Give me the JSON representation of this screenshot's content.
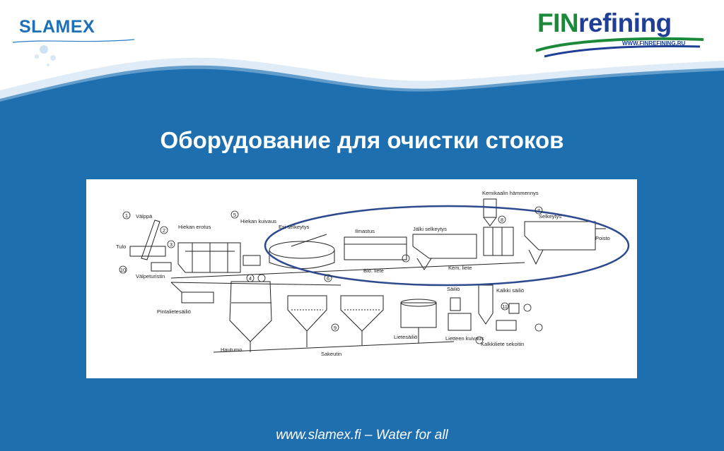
{
  "header": {
    "left_logo": "SLAMEX",
    "right_logo_a": "FIN",
    "right_logo_b": "refining",
    "right_logo_url": "WWW.FINREFINING.RU"
  },
  "title": "Оборудование для очистки стоков",
  "diagram": {
    "labels": {
      "valppa": "Välppä",
      "tulo": "Tulo",
      "valpeturistin": "Välpeturistin",
      "hiekan_erotus": "Hiekan erotus",
      "hiekan_kuivaus": "Hiekan kuivaus",
      "esi_selkeytys": "Esi selkeytys",
      "ilmastus": "Ilmastus",
      "jalki_selkeytys": "Jälki selkeytys",
      "kemikaalin": "Kemikaalin hämmennys",
      "selkeytys": "Selkeytys",
      "poisto": "Poisto",
      "bio_liete": "Bio. liete",
      "kem_liete": "Kem. liete",
      "pintalietesailio": "Pintalietesäiliö",
      "hautumo": "Hautumo",
      "sakeutin": "Sakeutin",
      "lietesailio": "Lietesäiliö",
      "lietteen_kuivaus": "Lietteen kuivaus",
      "kalkki_sailio": "Kalkki säiliö",
      "sailio": "Säiliö",
      "kalkkiliete": "Kalkkiliete sekoitin"
    },
    "numbers": [
      "1",
      "2",
      "3",
      "4",
      "5",
      "6",
      "7",
      "8",
      "9",
      "10",
      "11"
    ]
  },
  "footer": "www.slamex.fi – Water for all",
  "colors": {
    "band": "#1e6fb0",
    "title_text": "#ffffff",
    "ellipse": "#2e4a8f"
  }
}
